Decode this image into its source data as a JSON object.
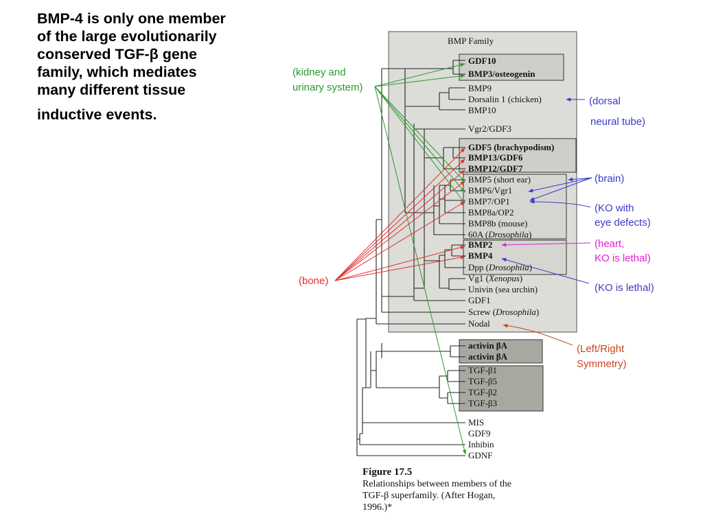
{
  "headline": {
    "line1": "BMP-4 is only one member",
    "line2": "of the large evolutionarily",
    "line3": "conserved TGF-β gene",
    "line4": "family, which mediates",
    "line5": "many different tissue",
    "line6": "inductive events."
  },
  "box_title": "BMP Family",
  "taxa": {
    "gdf10": "GDF10",
    "bmp3": "BMP3/osteogenin",
    "bmp9": "BMP9",
    "dorsalin": "Dorsalin 1 (chicken)",
    "bmp10": "BMP10",
    "vgr2": "Vgr2/GDF3",
    "gdf5": "GDF5 (brachypodism)",
    "bmp13": "BMP13/GDF6",
    "bmp12": "BMP12/GDF7",
    "bmp5": "BMP5 (short ear)",
    "bmp6": "BMP6/Vgr1",
    "bmp7": "BMP7/OP1",
    "bmp8a": "BMP8a/OP2",
    "bmp8b": "BMP8b (mouse)",
    "sixtya_name": "60A",
    "sixtya_species": "Drosophila",
    "bmp2": "BMP2",
    "bmp4": "BMP4",
    "dpp_name": "Dpp",
    "dpp_species": "Drosophila",
    "vg1_name": "Vg1",
    "vg1_species": "Xenopus",
    "univin": "Univin (sea urchin)",
    "gdf1": "GDF1",
    "screw_name": "Screw",
    "screw_species": "Drosophila",
    "nodal": "Nodal",
    "activin1": "activin βA",
    "activin2": "activin βA",
    "tgfb1": "TGF-β1",
    "tgfb5": "TGF-β5",
    "tgfb2": "TGF-β2",
    "tgfb3": "TGF-β3",
    "mis": "MIS",
    "gdf9": "GDF9",
    "inhibin": "Inhibin",
    "gdnf": "GDNF"
  },
  "annotations": {
    "kidney_l1": "(kidney and",
    "kidney_l2": "urinary system)",
    "dorsal_l1": "(dorsal",
    "dorsal_l2": "neural tube)",
    "brain": "(brain)",
    "ko_eye_l1": "(KO with",
    "ko_eye_l2": "eye defects)",
    "heart_l1": "(heart,",
    "heart_l2": "KO is lethal)",
    "ko_lethal": "(KO is lethal)",
    "bone": "(bone)",
    "lr_l1": "(Left/Right",
    "lr_l2": "Symmetry)"
  },
  "caption": {
    "figure": "Figure 17.5",
    "line1": "Relationships between members of the",
    "line2": "TGF-β superfamily. (After Hogan,",
    "line3": "1996.)*"
  },
  "colors": {
    "green": "#2a9a2a",
    "red": "#e03030",
    "blue": "#3a3ac8",
    "magenta": "#e020d0",
    "orange": "#cc4422",
    "panel": "#dcdcd8",
    "dark_box": "#a8a8a0"
  }
}
